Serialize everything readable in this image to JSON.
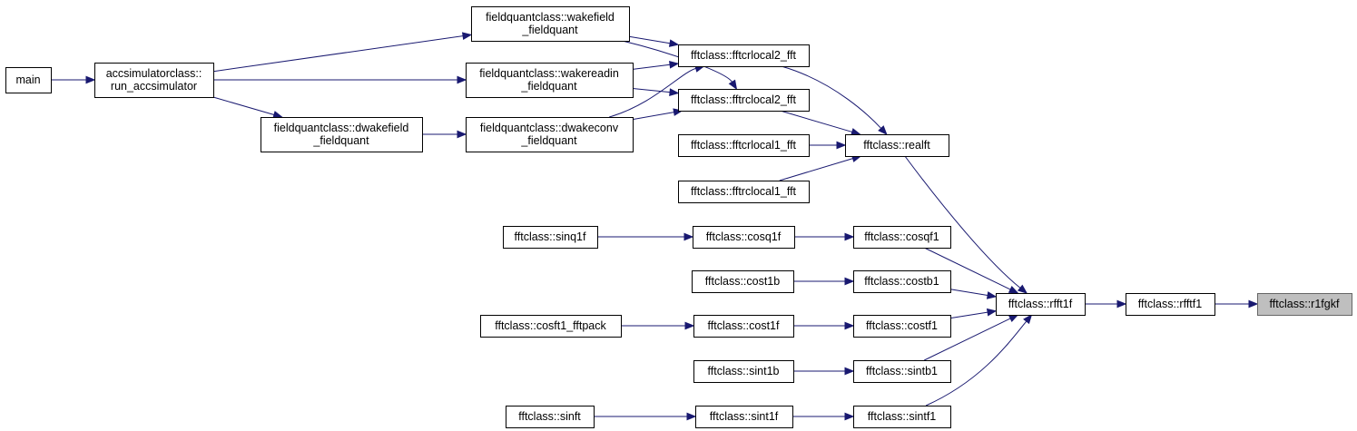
{
  "graph": {
    "nodes": [
      {
        "id": "main",
        "label": [
          "main"
        ]
      },
      {
        "id": "run_accsimulator",
        "label": [
          "accsimulatorclass::",
          "run_accsimulator"
        ]
      },
      {
        "id": "wakefield_fieldquant",
        "label": [
          "fieldquantclass::wakefield",
          "_fieldquant"
        ]
      },
      {
        "id": "wakereadin_fieldquant",
        "label": [
          "fieldquantclass::wakereadin",
          "_fieldquant"
        ]
      },
      {
        "id": "dwakefield_fieldquant",
        "label": [
          "fieldquantclass::dwakefield",
          "_fieldquant"
        ]
      },
      {
        "id": "dwakeconv_fieldquant",
        "label": [
          "fieldquantclass::dwakeconv",
          "_fieldquant"
        ]
      },
      {
        "id": "fftcrlocal2_fft",
        "label": [
          "fftclass::fftcrlocal2_fft"
        ]
      },
      {
        "id": "fftrclocal2_fft",
        "label": [
          "fftclass::fftrclocal2_fft"
        ]
      },
      {
        "id": "fftcrlocal1_fft",
        "label": [
          "fftclass::fftcrlocal1_fft"
        ]
      },
      {
        "id": "fftrclocal1_fft",
        "label": [
          "fftclass::fftrclocal1_fft"
        ]
      },
      {
        "id": "realft",
        "label": [
          "fftclass::realft"
        ]
      },
      {
        "id": "sinq1f",
        "label": [
          "fftclass::sinq1f"
        ]
      },
      {
        "id": "cosq1f",
        "label": [
          "fftclass::cosq1f"
        ]
      },
      {
        "id": "cosqf1",
        "label": [
          "fftclass::cosqf1"
        ]
      },
      {
        "id": "cost1b",
        "label": [
          "fftclass::cost1b"
        ]
      },
      {
        "id": "costb1",
        "label": [
          "fftclass::costb1"
        ]
      },
      {
        "id": "cosft1_fftpack",
        "label": [
          "fftclass::cosft1_fftpack"
        ]
      },
      {
        "id": "cost1f",
        "label": [
          "fftclass::cost1f"
        ]
      },
      {
        "id": "costf1",
        "label": [
          "fftclass::costf1"
        ]
      },
      {
        "id": "sint1b",
        "label": [
          "fftclass::sint1b"
        ]
      },
      {
        "id": "sintb1",
        "label": [
          "fftclass::sintb1"
        ]
      },
      {
        "id": "sinft",
        "label": [
          "fftclass::sinft"
        ]
      },
      {
        "id": "sint1f",
        "label": [
          "fftclass::sint1f"
        ]
      },
      {
        "id": "sintf1",
        "label": [
          "fftclass::sintf1"
        ]
      },
      {
        "id": "rfft1f",
        "label": [
          "fftclass::rfft1f"
        ]
      },
      {
        "id": "rfftf1",
        "label": [
          "fftclass::rfftf1"
        ]
      },
      {
        "id": "r1fgkf",
        "label": [
          "fftclass::r1fgkf"
        ],
        "current": true
      }
    ],
    "edges": [
      {
        "from": "main",
        "to": "run_accsimulator"
      },
      {
        "from": "run_accsimulator",
        "to": "wakefield_fieldquant"
      },
      {
        "from": "run_accsimulator",
        "to": "wakereadin_fieldquant"
      },
      {
        "from": "run_accsimulator",
        "to": "dwakefield_fieldquant"
      },
      {
        "from": "dwakefield_fieldquant",
        "to": "dwakeconv_fieldquant"
      },
      {
        "from": "wakefield_fieldquant",
        "to": "fftcrlocal2_fft"
      },
      {
        "from": "wakefield_fieldquant",
        "to": "fftrclocal2_fft"
      },
      {
        "from": "wakereadin_fieldquant",
        "to": "fftcrlocal2_fft"
      },
      {
        "from": "wakereadin_fieldquant",
        "to": "fftrclocal2_fft"
      },
      {
        "from": "dwakeconv_fieldquant",
        "to": "fftcrlocal2_fft"
      },
      {
        "from": "dwakeconv_fieldquant",
        "to": "fftrclocal2_fft"
      },
      {
        "from": "fftcrlocal2_fft",
        "to": "realft"
      },
      {
        "from": "fftrclocal2_fft",
        "to": "realft"
      },
      {
        "from": "fftcrlocal1_fft",
        "to": "realft"
      },
      {
        "from": "fftrclocal1_fft",
        "to": "realft"
      },
      {
        "from": "sinq1f",
        "to": "cosq1f"
      },
      {
        "from": "cosq1f",
        "to": "cosqf1"
      },
      {
        "from": "cost1b",
        "to": "costb1"
      },
      {
        "from": "cosft1_fftpack",
        "to": "cost1f"
      },
      {
        "from": "cost1f",
        "to": "costf1"
      },
      {
        "from": "sint1b",
        "to": "sintb1"
      },
      {
        "from": "sinft",
        "to": "sint1f"
      },
      {
        "from": "sint1f",
        "to": "sintf1"
      },
      {
        "from": "realft",
        "to": "rfft1f"
      },
      {
        "from": "cosqf1",
        "to": "rfft1f"
      },
      {
        "from": "costb1",
        "to": "rfft1f"
      },
      {
        "from": "costf1",
        "to": "rfft1f"
      },
      {
        "from": "sintb1",
        "to": "rfft1f"
      },
      {
        "from": "sintf1",
        "to": "rfft1f"
      },
      {
        "from": "rfft1f",
        "to": "rfftf1"
      },
      {
        "from": "rfftf1",
        "to": "r1fgkf"
      }
    ],
    "colors": {
      "edge": "#191970",
      "current_fill": "#bfbfbf",
      "node_stroke": "#000000"
    }
  }
}
